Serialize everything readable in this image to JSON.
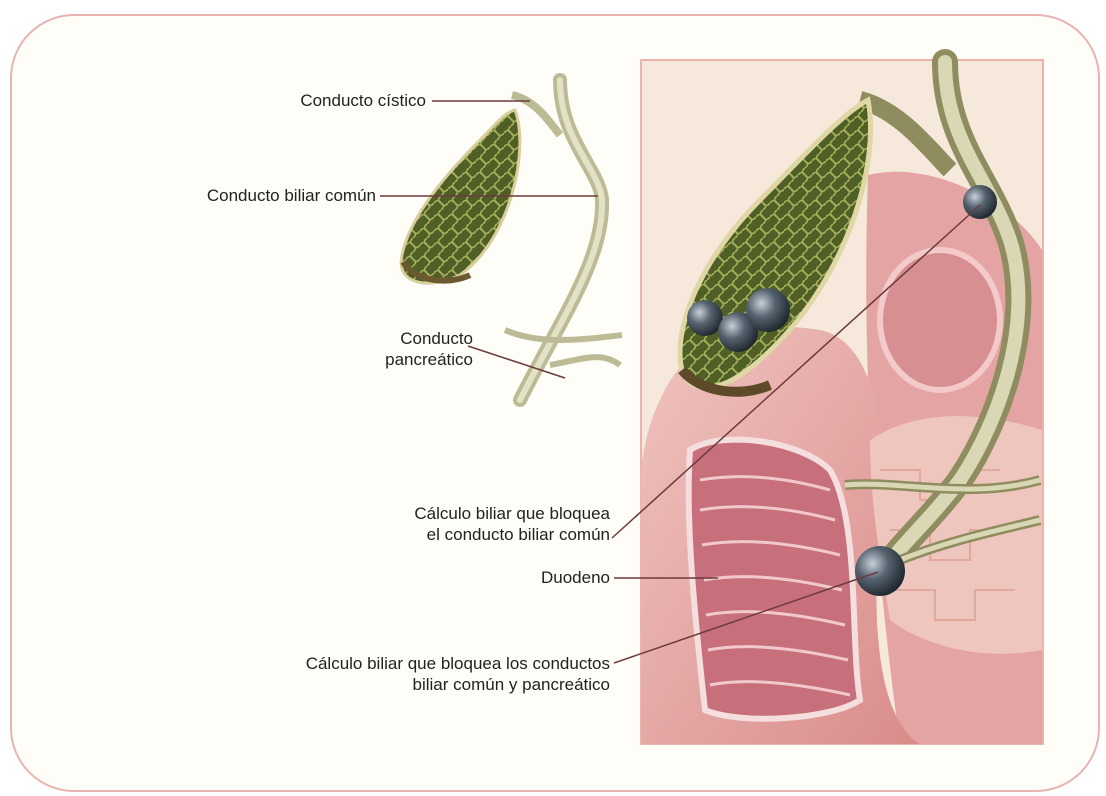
{
  "labels": {
    "cystic_duct": "Conducto cístico",
    "common_bile_duct": "Conducto biliar común",
    "pancreatic_duct": [
      "Conducto",
      "pancreático"
    ],
    "stone_common_duct": [
      "Cálculo biliar que bloquea",
      "el conducto biliar común"
    ],
    "duodenum": "Duodeno",
    "stone_both_ducts": [
      "Cálculo biliar que bloquea los conductos",
      "biliar común y pancreático"
    ]
  },
  "colors": {
    "frame_border": "#e8b3b0",
    "frame_background": "#fefdf7",
    "gallbladder": "#5b6a2c",
    "duct": "#c9c8a4",
    "tissue": "#e7a8a6",
    "stone": "#3c4852"
  }
}
